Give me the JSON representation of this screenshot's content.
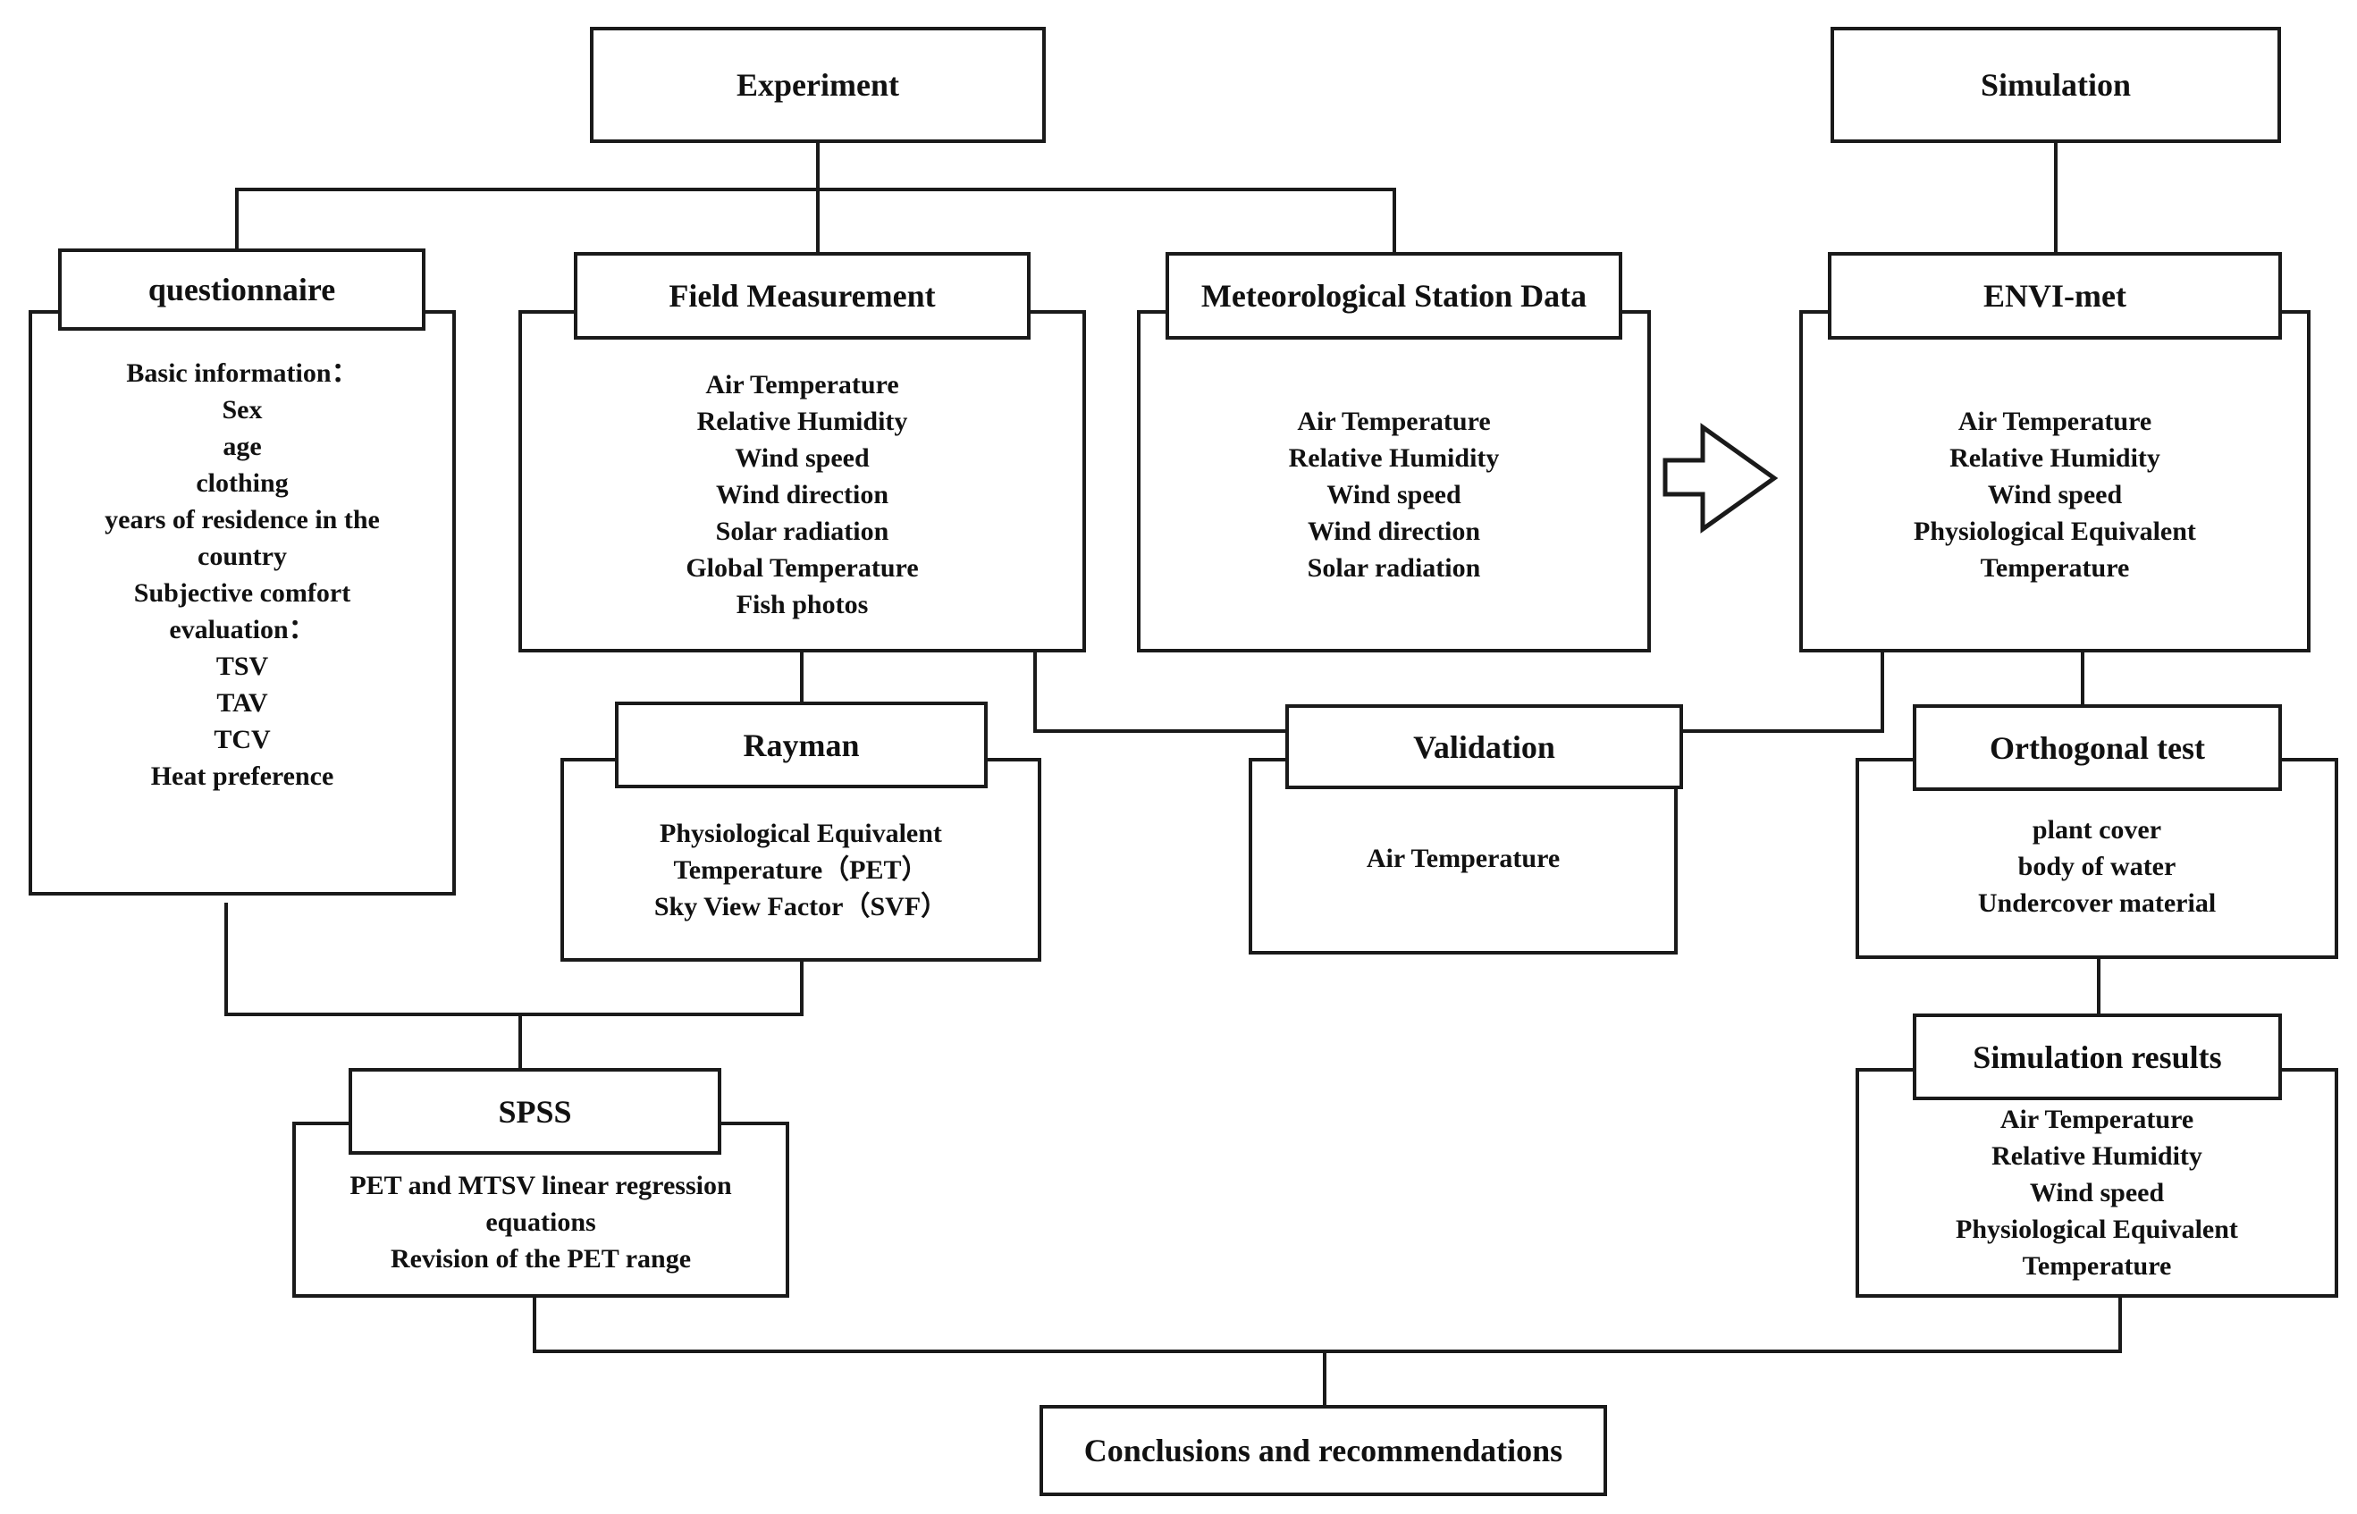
{
  "diagram": {
    "experiment": "Experiment",
    "simulation": "Simulation",
    "questionnaire": {
      "title": "questionnaire",
      "lines": [
        "Basic information：",
        "Sex",
        "age",
        "clothing",
        "years of residence in the",
        "country",
        "Subjective comfort",
        "evaluation：",
        "TSV",
        "TAV",
        "TCV",
        "Heat preference"
      ]
    },
    "field_measurement": {
      "title": "Field Measurement",
      "lines": [
        "Air Temperature",
        "Relative Humidity",
        "Wind speed",
        "Wind direction",
        "Solar radiation",
        "Global Temperature",
        "Fish photos"
      ]
    },
    "meteorological_station": {
      "title": "Meteorological Station Data",
      "lines": [
        "Air Temperature",
        "Relative Humidity",
        "Wind speed",
        "Wind direction",
        "Solar radiation"
      ]
    },
    "envi_met": {
      "title": "ENVI-met",
      "lines": [
        "Air Temperature",
        "Relative Humidity",
        "Wind speed",
        "Physiological Equivalent",
        "Temperature"
      ]
    },
    "rayman": {
      "title": "Rayman",
      "lines": [
        "Physiological Equivalent",
        "Temperature（PET）",
        "Sky View Factor（SVF）"
      ]
    },
    "validation": {
      "title": "Validation",
      "lines": [
        "Air Temperature"
      ]
    },
    "orthogonal_test": {
      "title": "Orthogonal test",
      "lines": [
        "plant cover",
        "body of water",
        "Undercover material"
      ]
    },
    "spss": {
      "title": "SPSS",
      "lines": [
        "PET and MTSV linear regression",
        "equations",
        "Revision of the PET range"
      ]
    },
    "simulation_results": {
      "title": "Simulation results",
      "lines": [
        "Air Temperature",
        "Relative Humidity",
        "Wind speed",
        "Physiological Equivalent",
        "Temperature"
      ]
    },
    "conclusions": "Conclusions and recommendations"
  }
}
